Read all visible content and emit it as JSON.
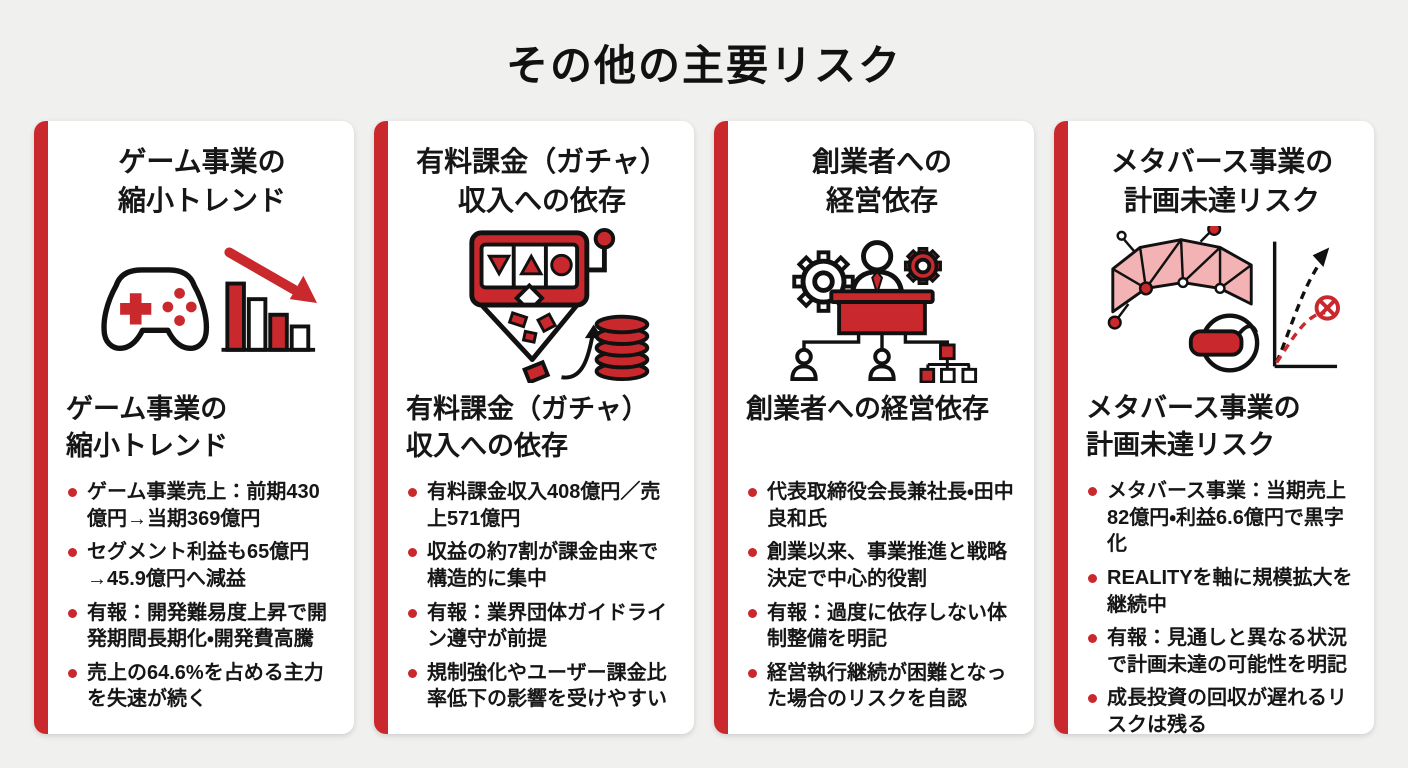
{
  "page": {
    "title": "その他の主要リスク"
  },
  "colors": {
    "accent_red": "#c9292d",
    "background": "#f0f0ee",
    "card_bg": "#ffffff",
    "text": "#161616",
    "mesh_pink": "#f3b3b5"
  },
  "cards": [
    {
      "title": "ゲーム事業の\n縮小トレンド",
      "icon": "gamepad-declining-chart-icon",
      "subtitle": "ゲーム事業の\n縮小トレンド",
      "bullets": [
        "ゲーム事業売上：前期430億円→当期369億円",
        "セグメント利益も65億円→45.9億円へ減益",
        "有報：開発難易度上昇で開発期間長期化・開発費高騰",
        "売上の64.6%を占める主力を失速が続く"
      ]
    },
    {
      "title": "有料課金（ガチャ）\n収入への依存",
      "icon": "gacha-machine-funnel-coins-icon",
      "subtitle": "有料課金（ガチャ）\n収入への依存",
      "bullets": [
        "有料課金収入408億円／売上571億円",
        "収益の約7割が課金由来で構造的に集中",
        "有報：業界団体ガイドライン遵守が前提",
        "規制強化やユーザー課金比率低下の影響を受けやすい"
      ]
    },
    {
      "title": "創業者への\n経営依存",
      "icon": "founder-management-org-icon",
      "subtitle": "創業者への経営依存",
      "bullets": [
        "代表取締役会長兼社長・田中良和氏",
        "創業以来、事業推進と戦略決定で中心的役割",
        "有報：過度に依存しない体制整備を明記",
        "経営執行継続が困難となった場合のリスクを自認"
      ]
    },
    {
      "title": "メタバース事業の\n計画未達リスク",
      "icon": "vr-metaverse-plan-chart-icon",
      "subtitle": "メタバース事業の\n計画未達リスク",
      "bullets": [
        "メタバース事業：当期売上82億円・利益6.6億円で黒字化",
        "REALITYを軸に規模拡大を継続中",
        "有報：見通しと異なる状況で計画未達の可能性を明記",
        "成長投資の回収が遅れるリスクは残る"
      ]
    }
  ]
}
